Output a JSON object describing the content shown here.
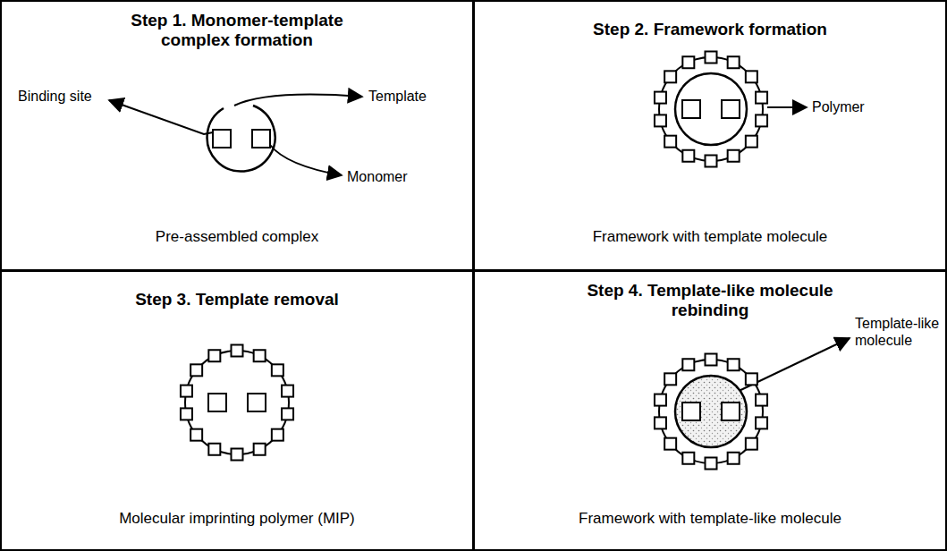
{
  "diagram": {
    "nodes": [
      {
        "text": [
          "Step 1. Monomer-template complex formation",
          "Pre-assembled complex"
        ]
      },
      {
        "text": [
          "Step 2. Framework formation",
          "Framework with template molecule"
        ]
      },
      {
        "text": [
          "Step 3. Template removal",
          "Molecular imprinting polymer (MIP)"
        ]
      },
      {
        "text": [
          "Step 4. Template-like molecule rebinding",
          "Framework with template-like molecule"
        ]
      }
    ],
    "labels": [
      "Binding site",
      "Template",
      "Monomer",
      "Polymer",
      "Template-like molecule"
    ]
  }
}
